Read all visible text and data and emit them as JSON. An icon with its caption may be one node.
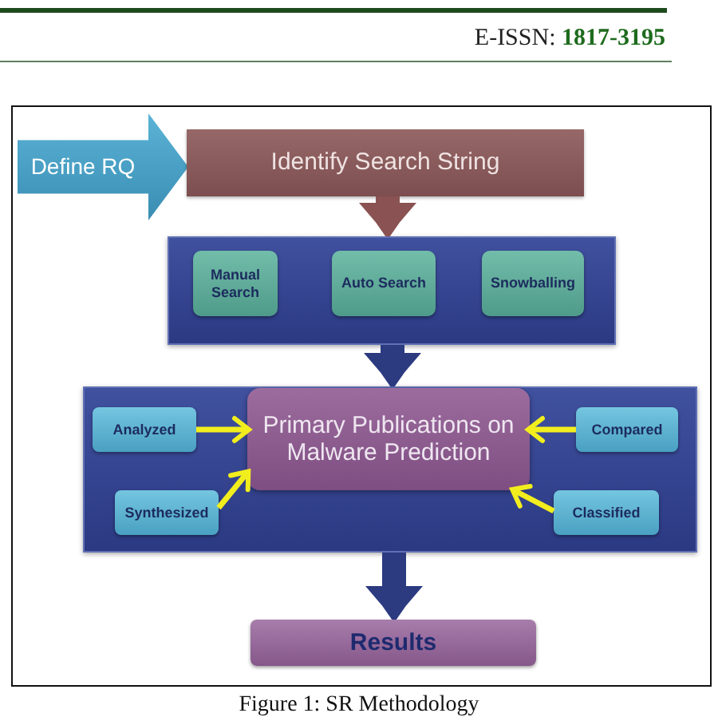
{
  "diagram": {
    "caption": "Figure 1: SR Methodology",
    "nodes": [
      {
        "text": [
          "Define RQ"
        ]
      },
      {
        "text": [
          "Identify Search String"
        ]
      },
      {
        "text": [],
        "shape": "box"
      },
      {
        "text": [
          "Manual Search"
        ],
        "in": 2
      },
      {
        "text": [
          "Auto Search"
        ],
        "in": 2
      },
      {
        "text": [
          "Snowballing"
        ],
        "in": 2
      },
      {
        "text": [],
        "shape": "box"
      },
      {
        "text": [
          "Analyzed"
        ],
        "in": 6
      },
      {
        "text": [
          "Primary Publications on Malware Prediction"
        ],
        "in": 6
      },
      {
        "text": [
          "Compared"
        ],
        "in": 6
      },
      {
        "text": [
          "Synthesized"
        ],
        "in": 6
      },
      {
        "text": [
          "Classified"
        ],
        "in": 6
      },
      {
        "text": [
          "Results"
        ]
      }
    ],
    "edges": [
      {
        "from": 1,
        "to": 2,
        "arrow": "to",
        "style": "thick",
        "color": "#8a5252"
      },
      {
        "from": 2,
        "to": 6,
        "arrow": "to",
        "style": "thick",
        "color": "#2c3a80"
      },
      {
        "from": 7,
        "to": 8,
        "arrow": "to",
        "color": "#f2ee1e"
      },
      {
        "from": 10,
        "to": 8,
        "arrow": "to",
        "color": "#f2ee1e"
      },
      {
        "from": 9,
        "to": 8,
        "arrow": "to",
        "color": "#f2ee1e"
      },
      {
        "from": 11,
        "to": 8,
        "arrow": "to",
        "color": "#f2ee1e"
      },
      {
        "from": 6,
        "to": 12,
        "arrow": "to",
        "style": "thick",
        "color": "#2c3a80"
      }
    ],
    "labels": [
      "E-ISSN: **1817-3195**"
    ]
  }
}
